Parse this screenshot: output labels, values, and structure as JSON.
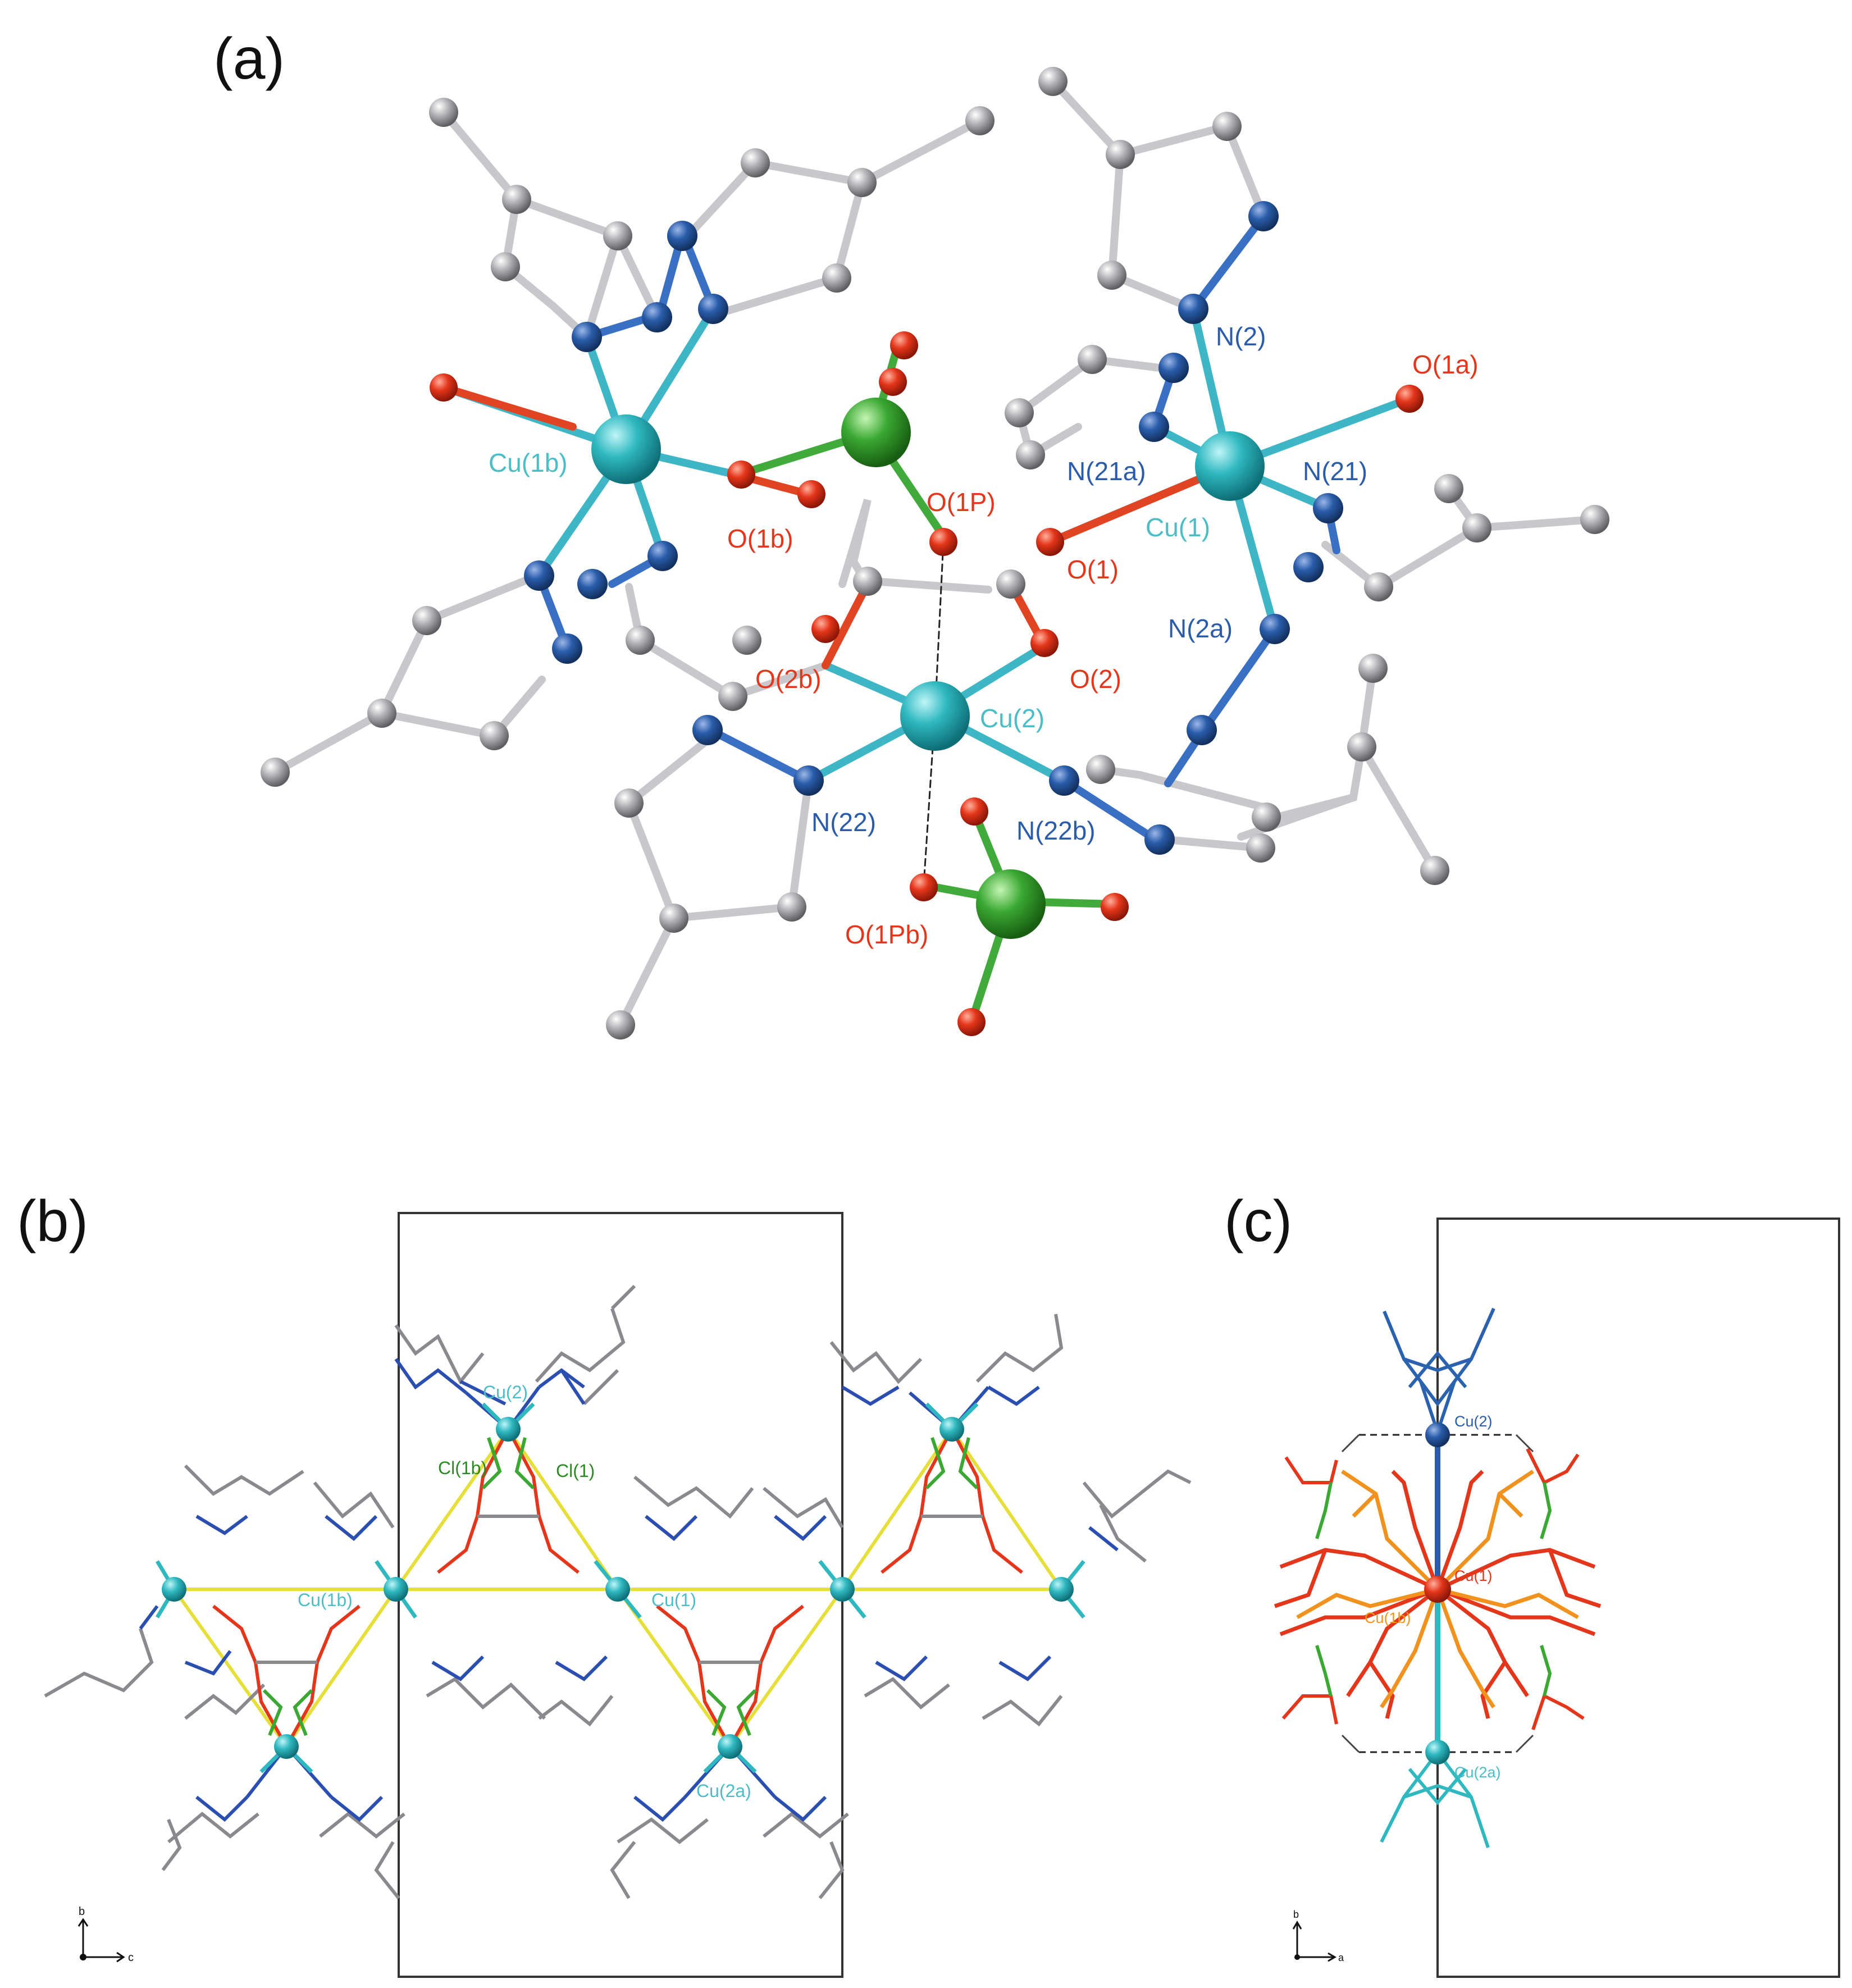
{
  "panels": {
    "a": {
      "letter": "(a)",
      "labels": {
        "cu1b": "Cu(1b)",
        "cu1": "Cu(1)",
        "cu2": "Cu(2)",
        "n2": "N(2)",
        "n21a": "N(21a)",
        "n21": "N(21)",
        "n2a": "N(2a)",
        "n22": "N(22)",
        "n22b": "N(22b)",
        "o1a": "O(1a)",
        "o1p": "O(1P)",
        "o1b": "O(1b)",
        "o1": "O(1)",
        "o2b": "O(2b)",
        "o2": "O(2)",
        "o1pb": "O(1Pb)"
      }
    },
    "b": {
      "letter": "(b)",
      "labels": {
        "cu2": "Cu(2)",
        "cl1b": "Cl(1b)",
        "cl1": "Cl(1)",
        "cu1b": "Cu(1b)",
        "cu1": "Cu(1)",
        "cu2a": "Cu(2a)"
      },
      "axes": {
        "vertical": "b",
        "horizontal": "c"
      }
    },
    "c": {
      "letter": "(c)",
      "labels": {
        "cu2": "Cu(2)",
        "cu1": "Cu(1)",
        "cu1b": "Cu(1b)",
        "cu2a": "Cu(2a)"
      },
      "axes": {
        "vertical": "b",
        "horizontal": "a"
      }
    }
  },
  "colors": {
    "copper": "#2fb8c0",
    "nitrogen": "#2a5caa",
    "oxygen": "#e4361b",
    "chlorine": "#3aa832",
    "carbon": "#a8a8ac",
    "bond_trace": "#e6df3a",
    "cu1_layer": "#e4361b",
    "cu1b_layer": "#f2921e"
  }
}
